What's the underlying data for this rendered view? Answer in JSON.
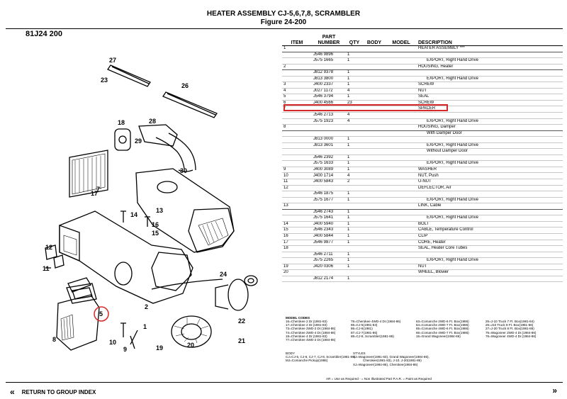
{
  "header": {
    "title": "HEATER ASSEMBLY CJ-5,6,7,8, SCRAMBLER",
    "figure": "Figure  24-200"
  },
  "diagram_code": "81J24 200",
  "callouts": [
    "27",
    "23",
    "26",
    "18",
    "29",
    "28",
    "30",
    "17",
    "7",
    "5",
    "1",
    "8",
    "12",
    "22",
    "24",
    "21",
    "9",
    "19",
    "20",
    "14",
    "2",
    "10",
    "11",
    "13",
    "15",
    "16"
  ],
  "table": {
    "headers": {
      "item": "ITEM",
      "part": "PART NUMBER",
      "qty": "QTY",
      "body": "BODY",
      "model": "MODEL",
      "desc": "DESCRIPTION"
    },
    "rows": [
      {
        "item": "1",
        "part": "",
        "qty": "",
        "desc": "HEATER ASSEMBLY ***",
        "sec": true
      },
      {
        "item": "",
        "part": "J546 9896",
        "qty": "1",
        "desc": ""
      },
      {
        "item": "",
        "part": "J575 1665",
        "qty": "1",
        "desc": "EXPORT, Right Hand Drive",
        "indent": true
      },
      {
        "item": "2",
        "part": "",
        "qty": "",
        "desc": "HOUSING, Heater",
        "sec": true
      },
      {
        "item": "",
        "part": "J812 9378",
        "qty": "1",
        "desc": ""
      },
      {
        "item": "",
        "part": "J813 3800",
        "qty": "1",
        "desc": "EXPORT, Right Hand Drive",
        "indent": true
      },
      {
        "item": "3",
        "part": "J400 2337",
        "qty": "1",
        "desc": "SCREW"
      },
      {
        "item": "4",
        "part": "J027 1172",
        "qty": "4",
        "desc": "NUT"
      },
      {
        "item": "5",
        "part": "J546 3794",
        "qty": "1",
        "desc": "SEAL"
      },
      {
        "item": "6",
        "part": "J400 4566",
        "qty": "23",
        "desc": "SCREW"
      },
      {
        "item": "7",
        "part": "",
        "qty": "",
        "desc": "SPACER"
      },
      {
        "item": "",
        "part": "J546 2713",
        "qty": "4",
        "desc": ""
      },
      {
        "item": "",
        "part": "J575 1923",
        "qty": "4",
        "desc": "EXPORT, Right Hand Drive",
        "indent": true
      },
      {
        "item": "8",
        "part": "",
        "qty": "",
        "desc": "HOUSING, Damper",
        "sec": true
      },
      {
        "item": "",
        "part": "",
        "qty": "",
        "desc": "With Damper Door",
        "indent": true
      },
      {
        "item": "",
        "part": "J813 0000",
        "qty": "1",
        "desc": ""
      },
      {
        "item": "",
        "part": "J813 3601",
        "qty": "1",
        "desc": "EXPORT, Right Hand Drive",
        "indent": true
      },
      {
        "item": "",
        "part": "",
        "qty": "",
        "desc": "Without Damper Door",
        "indent": true
      },
      {
        "item": "",
        "part": "J546 2392",
        "qty": "1",
        "desc": ""
      },
      {
        "item": "",
        "part": "J575 1633",
        "qty": "1",
        "desc": "EXPORT, Right Hand Drive",
        "indent": true
      },
      {
        "item": "9",
        "part": "J400 3089",
        "qty": "1",
        "desc": "WASHER"
      },
      {
        "item": "10",
        "part": "J400 1714",
        "qty": "4",
        "desc": "NUT, Push"
      },
      {
        "item": "11",
        "part": "J400 5843",
        "qty": "2",
        "desc": "U-NUT"
      },
      {
        "item": "12",
        "part": "",
        "qty": "",
        "desc": "DEFLECTOR, Air"
      },
      {
        "item": "",
        "part": "J546 1875",
        "qty": "1",
        "desc": ""
      },
      {
        "item": "",
        "part": "J575 1677",
        "qty": "1",
        "desc": "EXPORT, Right Hand Drive",
        "indent": true
      },
      {
        "item": "13",
        "part": "",
        "qty": "",
        "desc": "LINK, Cable",
        "sec": true
      },
      {
        "item": "",
        "part": "J546 2743",
        "qty": "1",
        "desc": ""
      },
      {
        "item": "",
        "part": "J575 1641",
        "qty": "1",
        "desc": "EXPORT, Right Hand Drive",
        "indent": true
      },
      {
        "item": "14",
        "part": "J400 5940",
        "qty": "1",
        "desc": "BOLT"
      },
      {
        "item": "15",
        "part": "J546 2343",
        "qty": "1",
        "desc": "CABLE, Temperature Control"
      },
      {
        "item": "16",
        "part": "J400 5844",
        "qty": "1",
        "desc": "CLIP"
      },
      {
        "item": "17",
        "part": "J546 9877",
        "qty": "1",
        "desc": "CORE, Heater"
      },
      {
        "item": "18",
        "part": "",
        "qty": "",
        "desc": "SEAL, Heater Core Tubes"
      },
      {
        "item": "",
        "part": "J546 2711",
        "qty": "1",
        "desc": ""
      },
      {
        "item": "",
        "part": "J575 2265",
        "qty": "1",
        "desc": "EXPORT, Right Hand Drive",
        "indent": true
      },
      {
        "item": "19",
        "part": "J420 0306",
        "qty": "1",
        "desc": "NUT"
      },
      {
        "item": "20",
        "part": "",
        "qty": "",
        "desc": "WHEEL, Blower"
      },
      {
        "item": "",
        "part": "J812 2174",
        "qty": "1",
        "desc": ""
      }
    ]
  },
  "model_codes": {
    "title": "MODEL CODES",
    "columns": [
      [
        "16=Cherokee 2 Dr.(1981-83)",
        "17=Cherokee 2 Dr.(1981-83)",
        "73=Cherokee 2WD-2 Dr.(1984-86)",
        "74=Cherokee 2WD-4 Dr.(1984-86)",
        "18=Cherokee 4 Dr.(1981-83)",
        "77=Cherokee 4WD-2 Dr.(1984-86)"
      ],
      [
        "78=Cherokee 4WD-4 Dr.(1984-86)",
        "85=CJ-5(1981-83)",
        "86=CJ-6(1981)",
        "87=CJ-7(1981-86)",
        "88=CJ-8, Scrambler(1981-86)"
      ],
      [
        "63=Comanche 2WD-6 Ft. Box(1986)",
        "64=Comanche 2WD-7 Ft. Box(1986)",
        "65=Comanche 4WD-6 Ft. Box(1986)",
        "66=Comanche 4WD-7 Ft. Box(1986)",
        "15=Grand Wagoneer(1984-86)"
      ],
      [
        "25=J-10 Truck 7 Ft. Box(1981-84)",
        "26=J10 Truck 8 Ft. Box(1981-86)",
        "27=J-20 Truck 8 Ft. Box(1981-86)",
        "75=Wagoneer 2WD-4 Dr.(1984-86)",
        "76=Wagoneer 4WD-4 Dr.(1984-86)"
      ]
    ]
  },
  "body": {
    "title": "BODY",
    "lines": [
      "CJ=CJ-5, CJ-6, CJ-7, CJ-8, Scrambler(1981-86)",
      "MJ=Comanche Pickup(1986)"
    ]
  },
  "styles": {
    "title": "STYLES",
    "lines": [
      "SJ=Wagoneer(1981-83), Grand Wagoneer(1984-86),",
      "Cherokee(1981-83), J-10, J-20(1981-86)",
      "XJ=Wagoneer(1984-86), Cherokee(1984-86)"
    ]
  },
  "legend": "AR = Use as Required   -  = Non Illustrated Part   P.A.R. = Paint as Required",
  "nav": {
    "return_label": "RETURN TO GROUP INDEX",
    "back_icon": "«",
    "forward_icon": "»"
  },
  "highlight_color": "#d62828"
}
